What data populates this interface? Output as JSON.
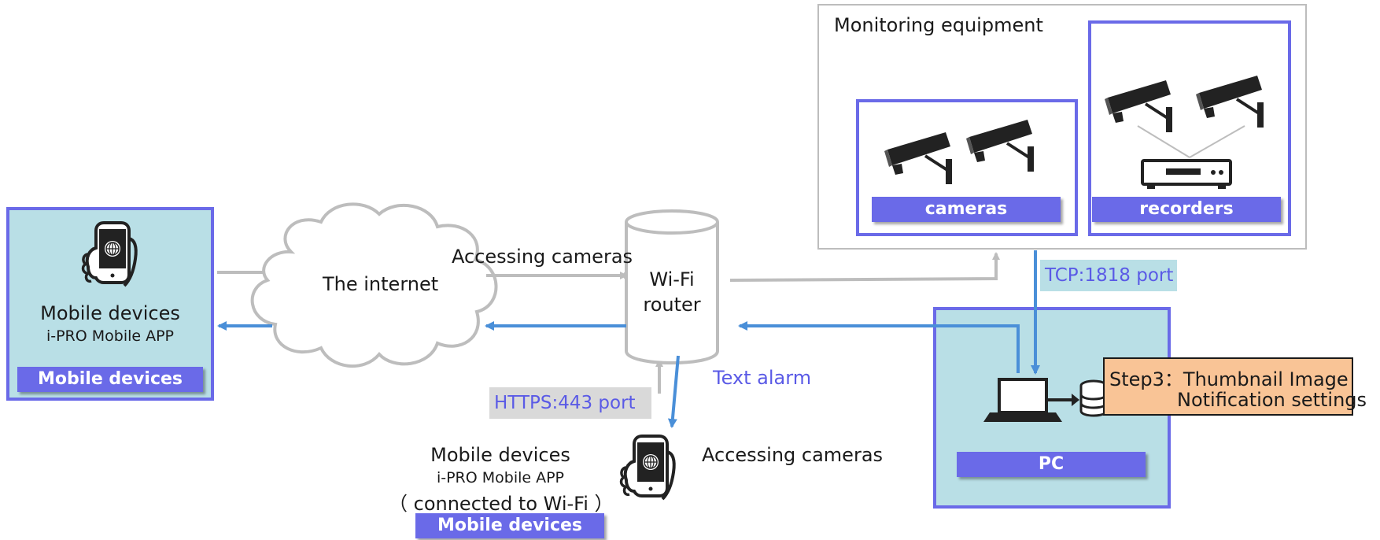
{
  "colors": {
    "panel_fill": "#b9dfe6",
    "panel_border": "#6a6ae8",
    "label_fill": "#6a6ae8",
    "gray_line": "#bdbdbd",
    "blue_line": "#4a8fd8",
    "port_text": "#5a5ae6",
    "step_fill": "#f9c496",
    "step_border": "#1a1a1a"
  },
  "left_mobile": {
    "title": "Mobile devices",
    "subtitle": "i-PRO Mobile APP",
    "label": "Mobile devices",
    "icon": "phone-in-hand-icon"
  },
  "internet": {
    "label": "The internet",
    "icon": "cloud-icon"
  },
  "accessing_cameras_top": "Accessing cameras",
  "router": {
    "label_line1": "Wi-Fi",
    "label_line2": "router",
    "icon": "cylinder-router-icon"
  },
  "monitoring": {
    "title": "Monitoring equipment",
    "cameras_label": "cameras",
    "recorders_label": "recorders",
    "camera_icon": "security-camera-icon",
    "recorder_icon": "recorder-device-icon"
  },
  "tcp_port": "TCP:1818 port",
  "pc": {
    "label": "PC",
    "icon": "laptop-database-icon"
  },
  "step3": {
    "line1": "Step3：Thumbnail Image",
    "line2": "Notification settings"
  },
  "text_alarm": "Text alarm",
  "https_port": "HTTPS:443 port",
  "bottom_mobile": {
    "title": "Mobile devices",
    "subtitle": "i-PRO Mobile APP",
    "connected": "（ connected to Wi-Fi ）",
    "label": "Mobile devices",
    "accessing": "Accessing cameras",
    "icon": "phone-in-hand-icon"
  }
}
